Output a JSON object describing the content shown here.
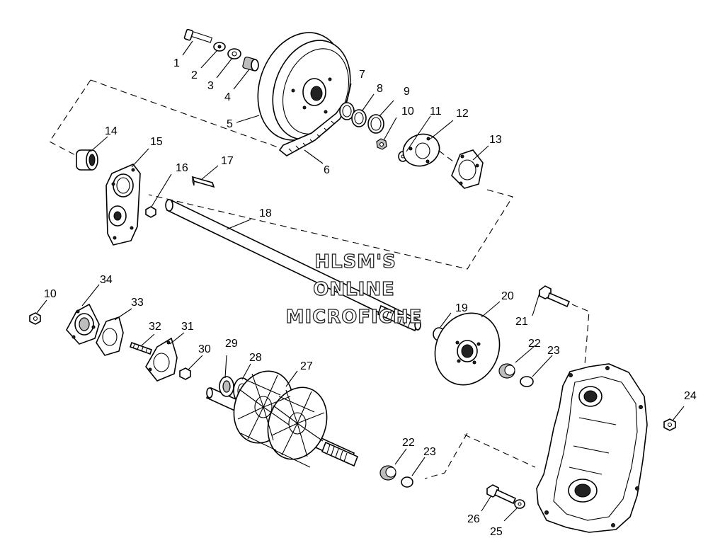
{
  "watermark": {
    "line1": "HLSM'S",
    "line2": "ONLINE",
    "line3": "MICROFICHE"
  },
  "callouts": [
    {
      "id": "c1",
      "text": "1"
    },
    {
      "id": "c2",
      "text": "2"
    },
    {
      "id": "c3",
      "text": "3"
    },
    {
      "id": "c4",
      "text": "4"
    },
    {
      "id": "c5",
      "text": "5"
    },
    {
      "id": "c6",
      "text": "6"
    },
    {
      "id": "c7",
      "text": "7"
    },
    {
      "id": "c8",
      "text": "8"
    },
    {
      "id": "c9",
      "text": "9"
    },
    {
      "id": "c10a",
      "text": "10"
    },
    {
      "id": "c11",
      "text": "11"
    },
    {
      "id": "c12",
      "text": "12"
    },
    {
      "id": "c13",
      "text": "13"
    },
    {
      "id": "c14",
      "text": "14"
    },
    {
      "id": "c15",
      "text": "15"
    },
    {
      "id": "c16",
      "text": "16"
    },
    {
      "id": "c17",
      "text": "17"
    },
    {
      "id": "c18",
      "text": "18"
    },
    {
      "id": "c19",
      "text": "19"
    },
    {
      "id": "c20",
      "text": "20"
    },
    {
      "id": "c21",
      "text": "21"
    },
    {
      "id": "c22a",
      "text": "22"
    },
    {
      "id": "c23a",
      "text": "23"
    },
    {
      "id": "c24",
      "text": "24"
    },
    {
      "id": "c10b",
      "text": "10"
    },
    {
      "id": "c34",
      "text": "34"
    },
    {
      "id": "c33",
      "text": "33"
    },
    {
      "id": "c32",
      "text": "32"
    },
    {
      "id": "c31",
      "text": "31"
    },
    {
      "id": "c30",
      "text": "30"
    },
    {
      "id": "c29",
      "text": "29"
    },
    {
      "id": "c28",
      "text": "28"
    },
    {
      "id": "c27",
      "text": "27"
    },
    {
      "id": "c22b",
      "text": "22"
    },
    {
      "id": "c23b",
      "text": "23"
    },
    {
      "id": "c26",
      "text": "26"
    },
    {
      "id": "c25",
      "text": "25"
    }
  ]
}
